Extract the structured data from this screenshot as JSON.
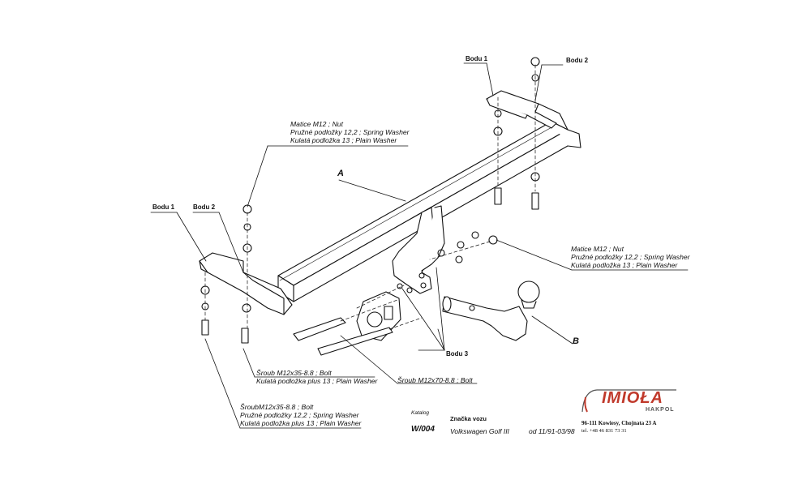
{
  "labels": {
    "bodu1_left": "Bodu 1",
    "bodu2_left": "Bodu 2",
    "bodu1_right": "Bodu 1",
    "bodu2_right": "Bodu 2",
    "bodu3": "Bodu 3",
    "part_a": "A",
    "part_b": "B"
  },
  "callouts": {
    "top_nut": [
      "Matice M12 ; Nut",
      "Pružné podložky 12,2 ; Spring Washer",
      "Kulatá podložka  13 ; Plain Washer"
    ],
    "right_nut": [
      "Matice  M12 ; Nut",
      "Pružné podložky 12,2 ; Spring Washer",
      "Kulatá podložka  13 ; Plain Washer"
    ],
    "bolt_35_upper": [
      "Šroub M12x35-8.8 ;  Bolt",
      "Kulatá podložka plus 13 ; Plain Washer"
    ],
    "bolt_70": "Šroub M12x70-8.8 ;  Bolt",
    "bolt_35_lower": [
      "ŠroubM12x35-8.8 ;  Bolt",
      "Pružné podložky 12,2 ; Spring Washer",
      "Kulatá podložka plus 13 ; Plain Washer"
    ]
  },
  "info": {
    "katalog_label": "Katalog",
    "katalog_value": "W/004",
    "znacka_label": "Značka vozu",
    "vehicle": "Volkswagen Golf III",
    "years": "od 11/91-03/98"
  },
  "brand": {
    "name": "IMIOŁA",
    "sub": "HAKPOL",
    "address": "96-111 Kowiesy, Chojnata 23 A",
    "phone": "tel. +48 46 831 73 31",
    "color": "#c0392b"
  }
}
